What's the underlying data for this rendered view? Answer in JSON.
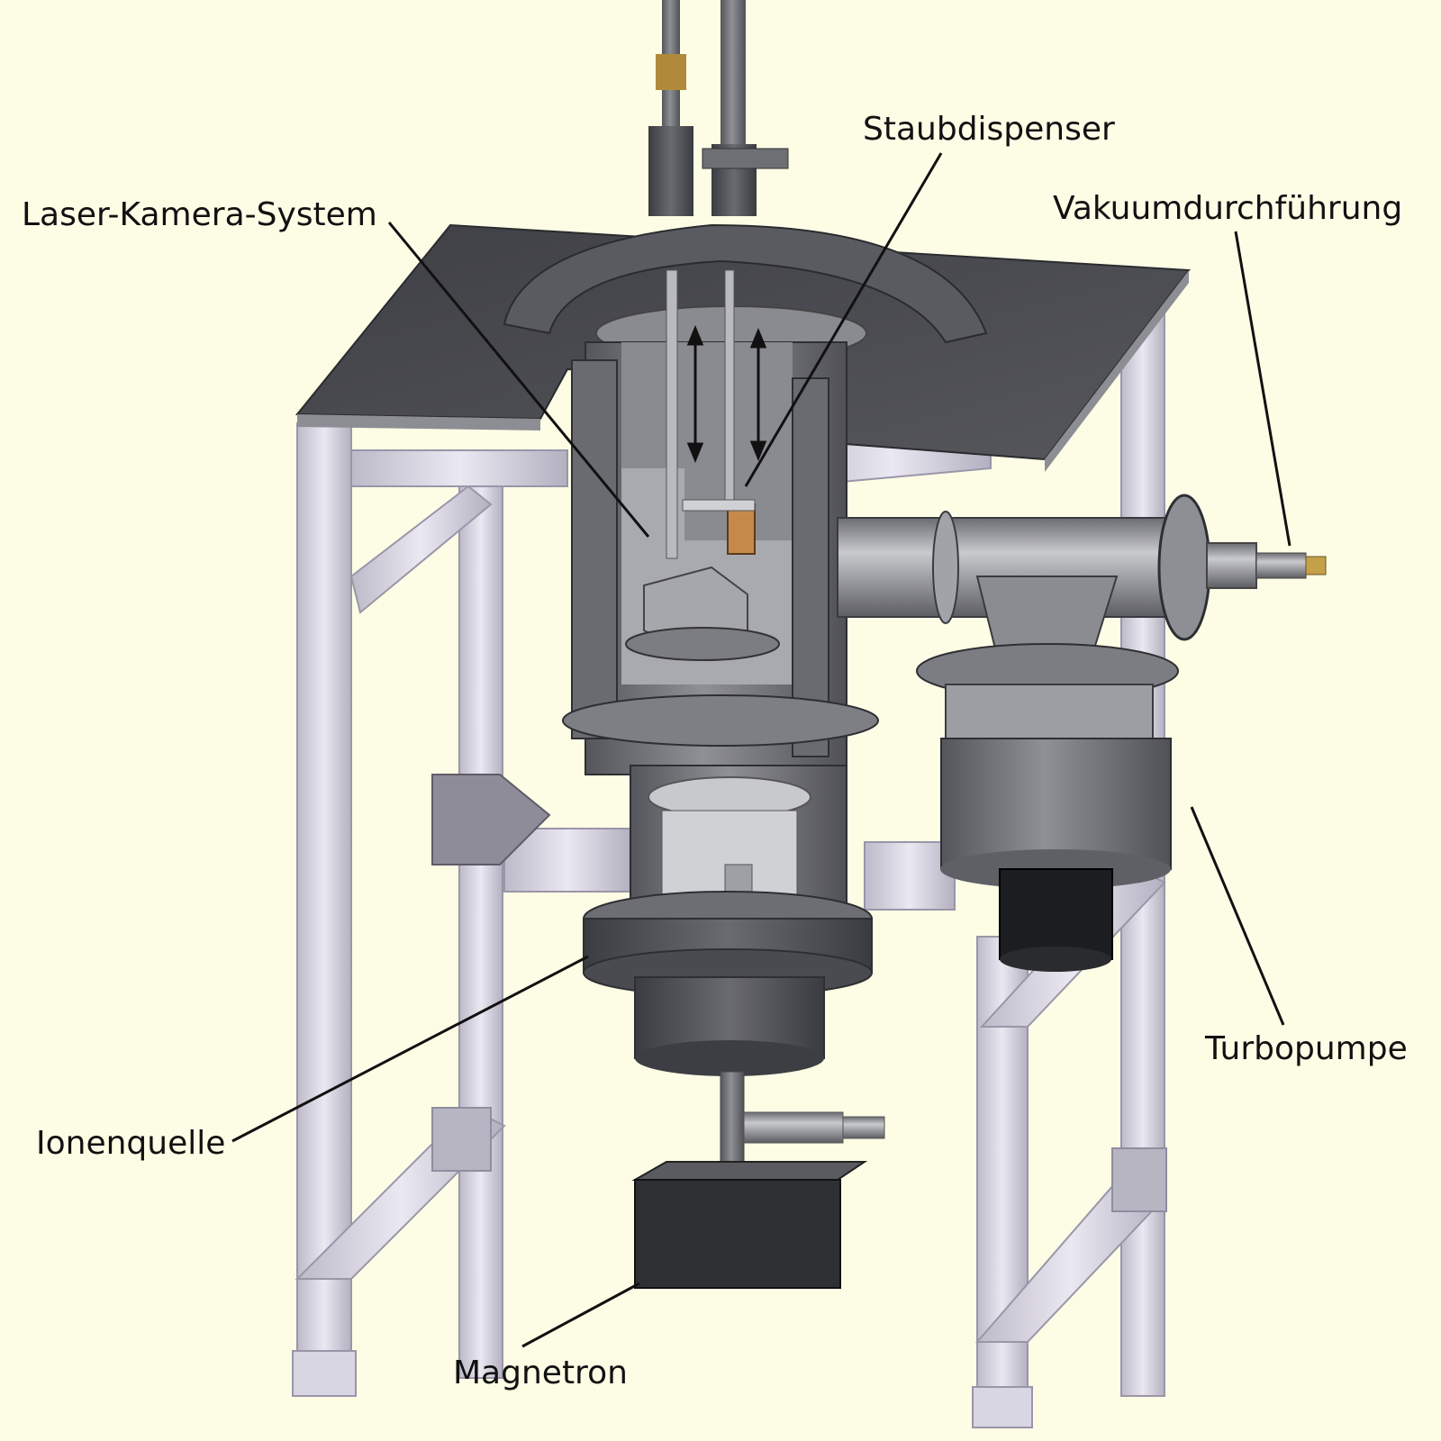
{
  "labels": {
    "laser_camera": "Laser-Kamera-System",
    "dust_dispenser": "Staubdispenser",
    "vacuum_feedthrough": "Vakuumdurchführung",
    "turbopump": "Turbopumpe",
    "ion_source": "Ionenquelle",
    "magnetron": "Magnetron"
  },
  "colors": {
    "background": "#fdfde6",
    "frame": "#cfccda",
    "steel": "#7d7e84",
    "dark_steel": "#3e3f44",
    "plate": "#48494e",
    "magnetron_block": "#2f3034",
    "leader_line": "#111111"
  }
}
